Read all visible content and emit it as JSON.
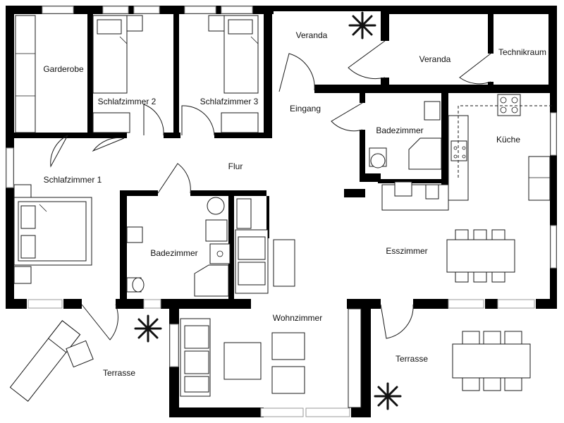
{
  "rooms": {
    "garderobe": "Garderobe",
    "schlafzimmer_2": "Schlafzimmer 2",
    "schlafzimmer_3": "Schlafzimmer 3",
    "veranda_1": "Veranda",
    "veranda_2": "Veranda",
    "technikraum": "Technikraum",
    "eingang": "Eingang",
    "badezimmer_1": "Badezimmer",
    "kueche": "Küche",
    "schlafzimmer_1": "Schlafzimmer 1",
    "flur": "Flur",
    "badezimmer_2": "Badezimmer",
    "esszimmer": "Esszimmer",
    "wohnzimmer": "Wohnzimmer",
    "terrasse_1": "Terrasse",
    "terrasse_2": "Terrasse"
  },
  "colors": {
    "wall": "#000000",
    "window": "#ffffff",
    "furniture_fill": "#ffffff"
  }
}
